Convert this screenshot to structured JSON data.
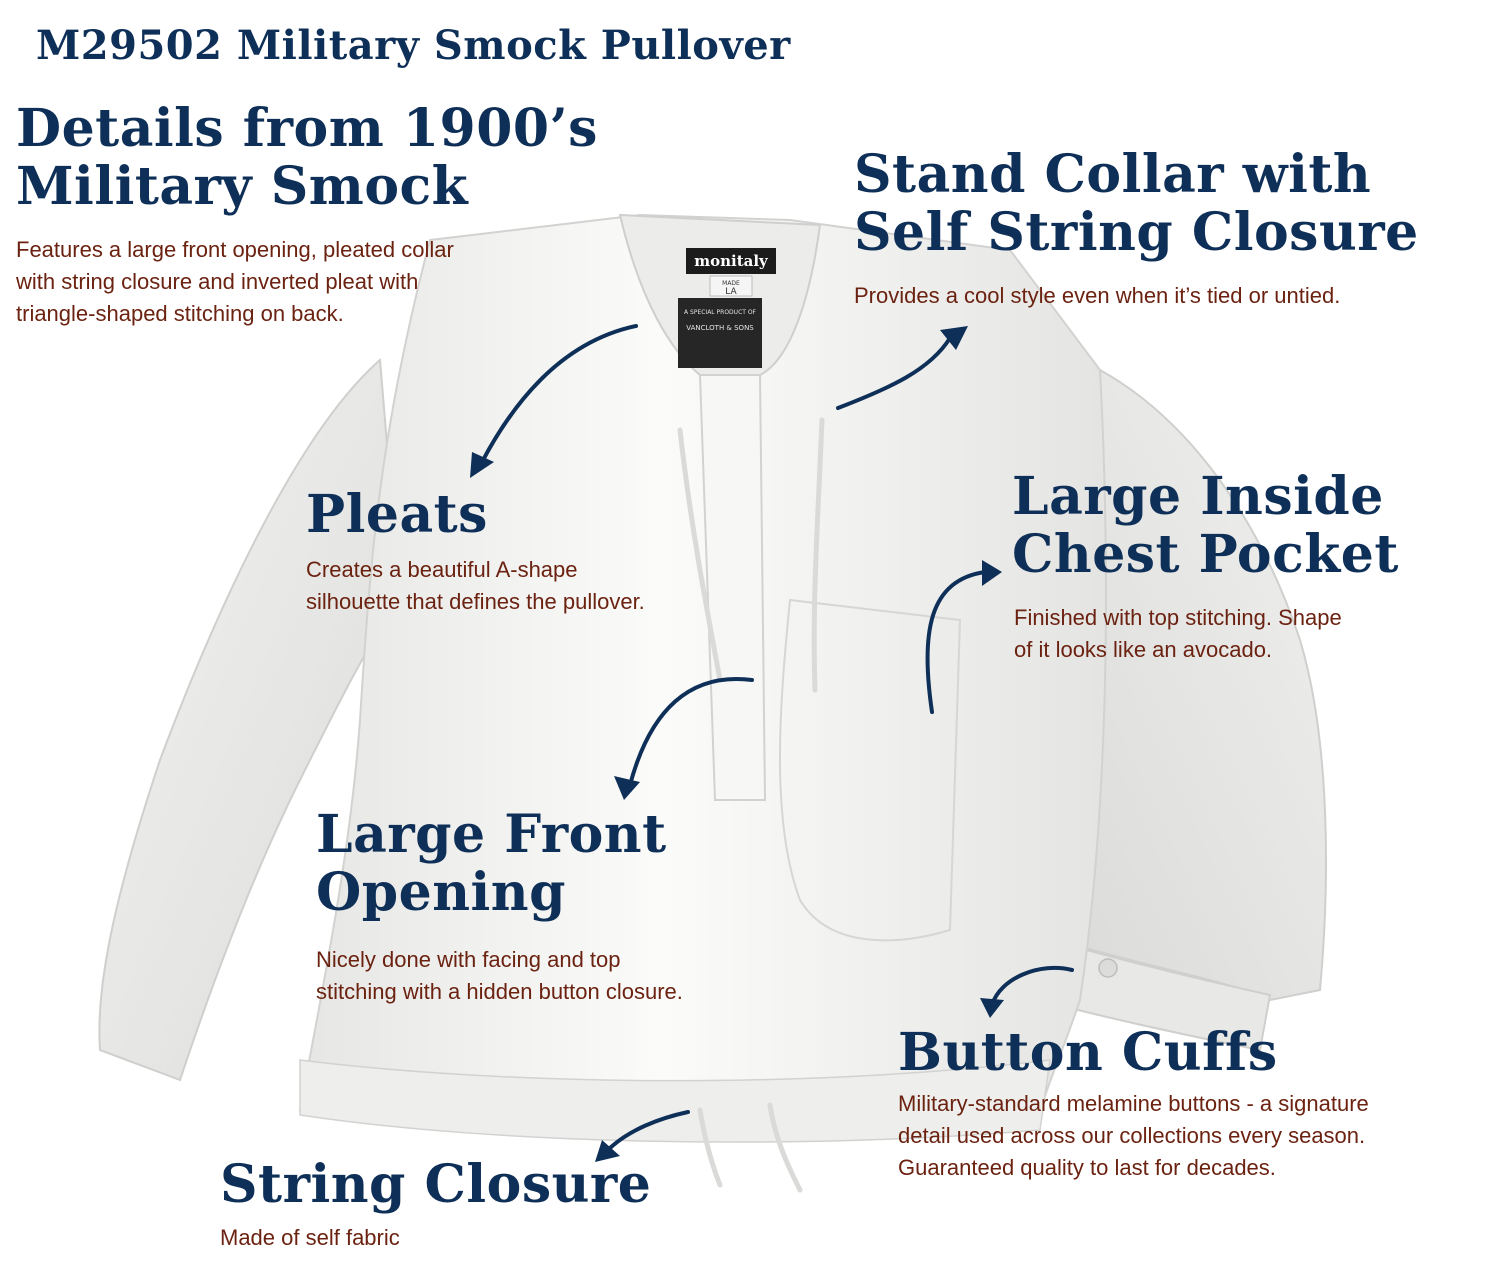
{
  "title": "M29502 Military Smock Pullover",
  "label": {
    "brand": "monitaly",
    "made": "MADE",
    "place": "LA",
    "maker_line": "A SPECIAL PRODUCT OF",
    "maker": "VANCLOTH & SONS"
  },
  "callouts": {
    "details": {
      "heading": "Details from 1900’s\nMilitary Smock",
      "body": "Features a large front opening, pleated collar\nwith string closure and inverted pleat with\ntriangle-shaped stitching on back."
    },
    "stand_collar": {
      "heading": "Stand Collar with\nSelf String Closure",
      "body": "Provides a cool style even when it’s tied or untied."
    },
    "pleats": {
      "heading": "Pleats",
      "body": "Creates a beautiful A-shape\nsilhouette that defines the pullover."
    },
    "chest_pocket": {
      "heading": "Large Inside\nChest Pocket",
      "body": "Finished with top stitching. Shape\nof it looks like an avocado."
    },
    "front_opening": {
      "heading": "Large Front\nOpening",
      "body": "Nicely done with facing and top\nstitching with a hidden button closure."
    },
    "button_cuffs": {
      "heading": "Button Cuffs",
      "body": "Military-standard melamine buttons - a signature\ndetail used across our collections every season.\nGuaranteed quality to last for decades."
    },
    "string_closure": {
      "heading": "String Closure",
      "body": "Made of self fabric"
    }
  },
  "colors": {
    "heading": "#0e2f57",
    "body": "#6b2210",
    "arrow": "#0e2f57",
    "garment": "#f4f4f2"
  }
}
